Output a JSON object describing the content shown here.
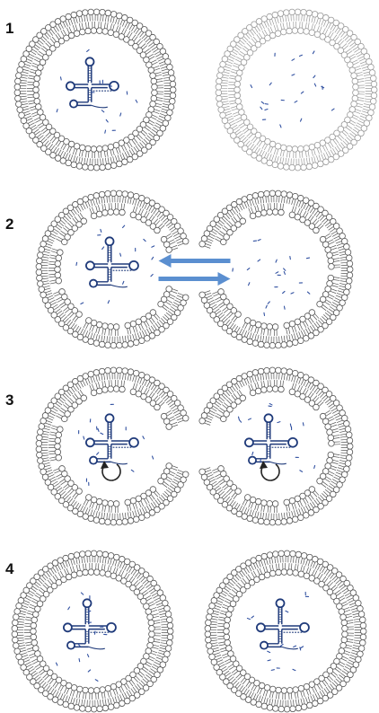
{
  "steps": [
    {
      "label": "1",
      "left": {
        "type": "vesicle",
        "cargo": "ribozyme"
      },
      "right": {
        "type": "vesicle-faded",
        "cargo": "monomers"
      },
      "exchange_arrows": false
    },
    {
      "label": "2",
      "left": {
        "type": "fusing-vesicle",
        "cargo": "ribozyme"
      },
      "right": {
        "type": "fusing-vesicle",
        "cargo": "monomers"
      },
      "exchange_arrows": true
    },
    {
      "label": "3",
      "left": {
        "type": "fusing-vesicle",
        "cargo": "replicating-ribozyme"
      },
      "right": {
        "type": "fusing-vesicle",
        "cargo": "replicating-ribozyme"
      },
      "exchange_arrows": false
    },
    {
      "label": "4",
      "left": {
        "type": "vesicle",
        "cargo": "ribozyme"
      },
      "right": {
        "type": "vesicle",
        "cargo": "ribozyme"
      },
      "exchange_arrows": false
    }
  ],
  "colors": {
    "membrane_stroke": "#555555",
    "membrane_fill": "#ffffff",
    "faded_stroke": "#9a9a9a",
    "rna": "#1f3a7a",
    "monomer": "#3050a0",
    "exchange_arrow": "#5b8fd0",
    "label": "#111111"
  },
  "icons": {
    "membrane": "lipid-bilayer-icon",
    "rna": "ribozyme-secondary-structure-icon",
    "cycle": "circular-arrow-icon",
    "exchange": "double-arrow-icon"
  }
}
